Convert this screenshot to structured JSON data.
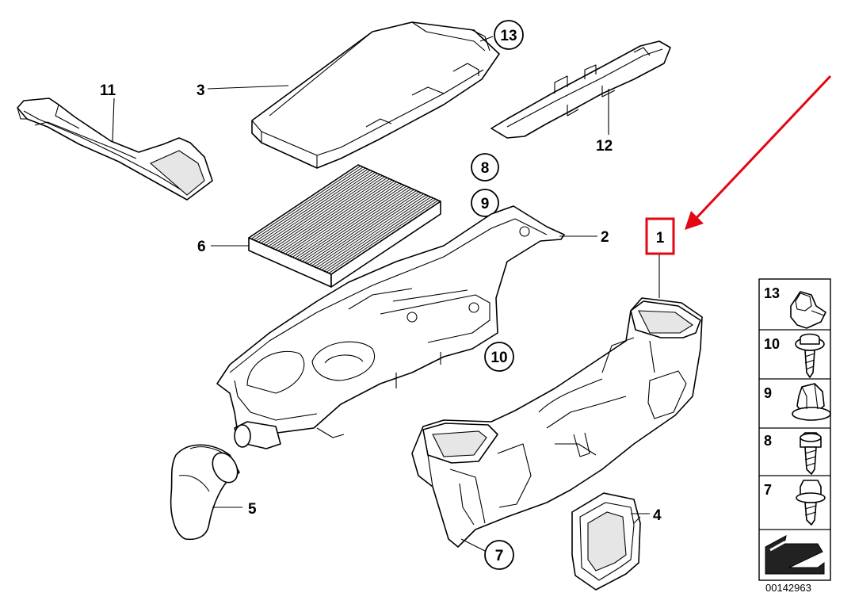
{
  "callouts": {
    "c1": "1",
    "c2": "2",
    "c3": "3",
    "c4": "4",
    "c5": "5",
    "c6": "6",
    "c7": "7",
    "c8": "8",
    "c9": "9",
    "c10": "10",
    "c11": "11",
    "c12": "12",
    "c13": "13"
  },
  "legend": {
    "items": [
      "13",
      "10",
      "9",
      "8",
      "7"
    ]
  },
  "document_id": "00142963",
  "highlight": {
    "label": "1",
    "color": "#e30613"
  }
}
